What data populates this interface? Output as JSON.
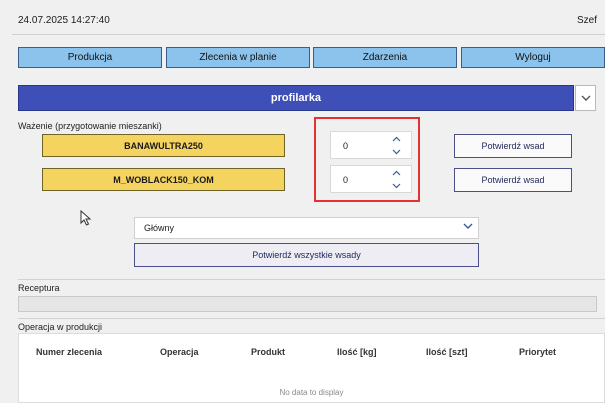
{
  "header": {
    "datetime": "24.07.2025 14:27:40",
    "user": "Szef"
  },
  "nav": {
    "buttons": [
      "Produkcja",
      "Zlecenia w planie",
      "Zdarzenia",
      "Wyloguj"
    ]
  },
  "station": {
    "name": "profilarka"
  },
  "weighing": {
    "section_label": "Ważenie (przygotowanie mieszanki)",
    "rows": [
      {
        "mixture": "BANAWULTRA250",
        "quantity": "0",
        "confirm_label": "Potwierdź wsad"
      },
      {
        "mixture": "M_WOBLACK150_KOM",
        "quantity": "0",
        "confirm_label": "Potwierdź wsad"
      }
    ],
    "target_select": "Główny",
    "confirm_all_label": "Potwierdź wszystkie wsady"
  },
  "receptura": {
    "label": "Receptura"
  },
  "operations": {
    "label": "Operacja w produkcji",
    "columns": [
      "Numer zlecenia",
      "Operacja",
      "Produkt",
      "Ilość [kg]",
      "Ilość [szt]",
      "Priorytet"
    ],
    "empty_text": "No data to display"
  },
  "colors": {
    "nav_button": "#8cc3ec",
    "station_bar": "#3e4fb8",
    "mixture_button": "#f5d35f",
    "highlight": "#e53030"
  },
  "icons": {
    "station_dropdown": "chevron-down-icon",
    "spinner_up": "chevron-up-icon",
    "spinner_down": "chevron-down-icon",
    "select_dropdown": "chevron-down-icon",
    "pointer": "mouse-pointer-icon"
  }
}
